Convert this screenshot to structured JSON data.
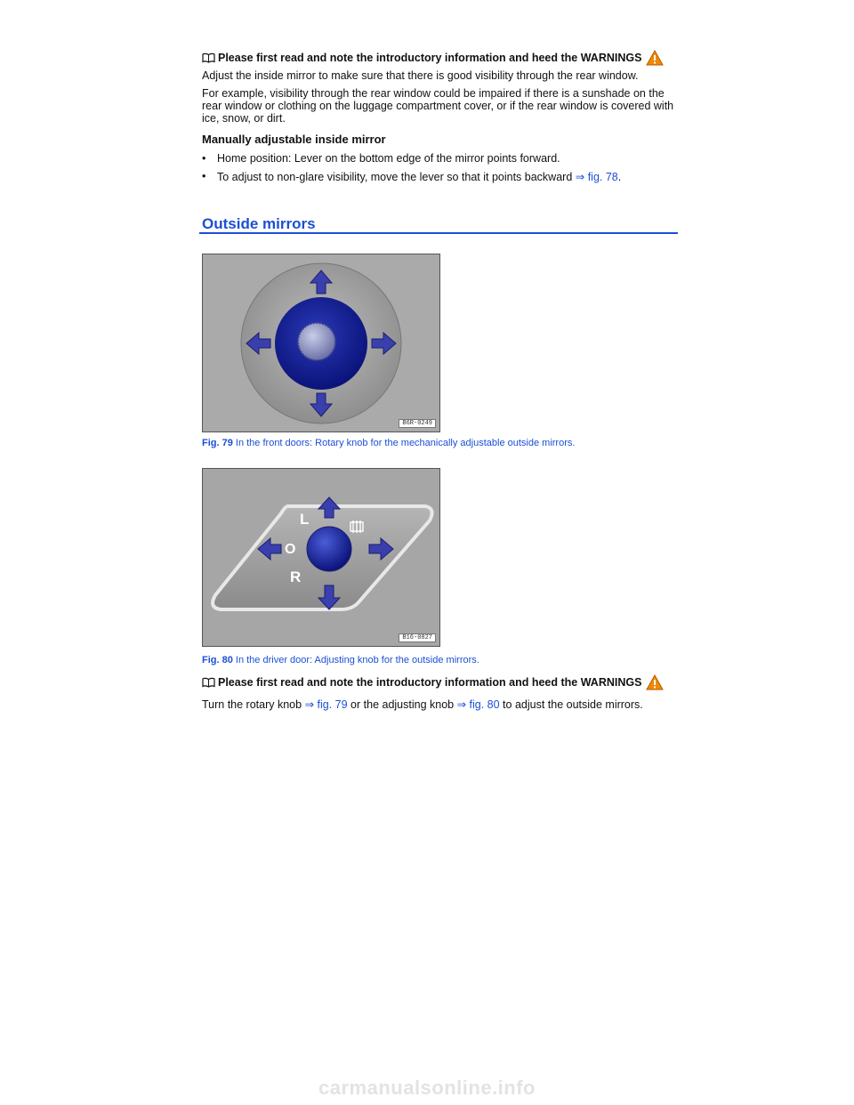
{
  "notice_top": "Please first read and note the introductory information and heed the WARNINGS",
  "intro_p1": "Adjust the inside mirror to make sure that there is good visibility through the rear window.",
  "intro_p2": "For example, visibility through the rear window could be impaired if there is a sunshade on the rear window or clothing on the luggage compartment cover, or if the rear window is covered with ice, snow, or dirt.",
  "manual_heading": "Manually adjustable inside mirror",
  "bullets": [
    {
      "text": "Home position: Lever on the bottom edge of the mirror points forward."
    },
    {
      "text": "To adjust to non-glare visibility, move the lever so that it points backward ",
      "ref": "⇒ fig. 78",
      "tail": "."
    }
  ],
  "section_title": "Outside mirrors",
  "fig79": {
    "code": "B6R-0249",
    "label": "Fig. 79",
    "caption": " In the front doors: Rotary knob for the mechanically adjustable outside mirrors."
  },
  "fig80": {
    "code": "B16-0827",
    "label": "Fig. 80",
    "caption": " In the driver door: Adjusting knob for the outside mirrors.",
    "labels": {
      "left": "L",
      "off": "O",
      "right": "R"
    }
  },
  "notice_bottom": "Please first read and note the introductory information and heed the WARNINGS",
  "final": {
    "pre": "Turn the rotary knob ",
    "ref1": "⇒ fig. 79",
    "mid": " or the adjusting knob ",
    "ref2": "⇒ fig. 80",
    "post": " to adjust the outside mirrors."
  },
  "watermark": "carmanualsonline.info",
  "colors": {
    "link": "#1a4fd6",
    "arrow": "#3a3fae",
    "warning": "#f08a00"
  },
  "icons": [
    "book-icon",
    "warning-icon"
  ]
}
